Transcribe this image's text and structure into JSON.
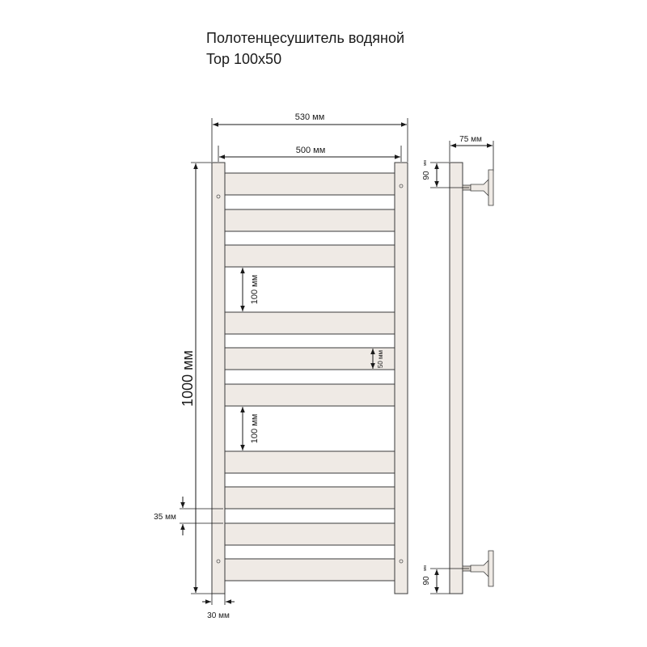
{
  "title": {
    "line1": "Полотенцесушитель водяной",
    "line2": "Top 100x50"
  },
  "dimensions": {
    "overall_width": "530 мм",
    "inner_width": "500 мм",
    "height": "1000 мм",
    "bar_gap_upper": "100 мм",
    "bar_gap_lower": "100 мм",
    "bar_height": "50 мм",
    "bottom_offset": "35 мм",
    "side_width": "30 мм",
    "depth": "75 мм",
    "top_connection_offset": "90",
    "bottom_connection_offset": "90",
    "small_unit": "мм"
  },
  "colors": {
    "fill": "#efeae5",
    "stroke": "#3a3a3a",
    "line": "#1a1a1a"
  }
}
